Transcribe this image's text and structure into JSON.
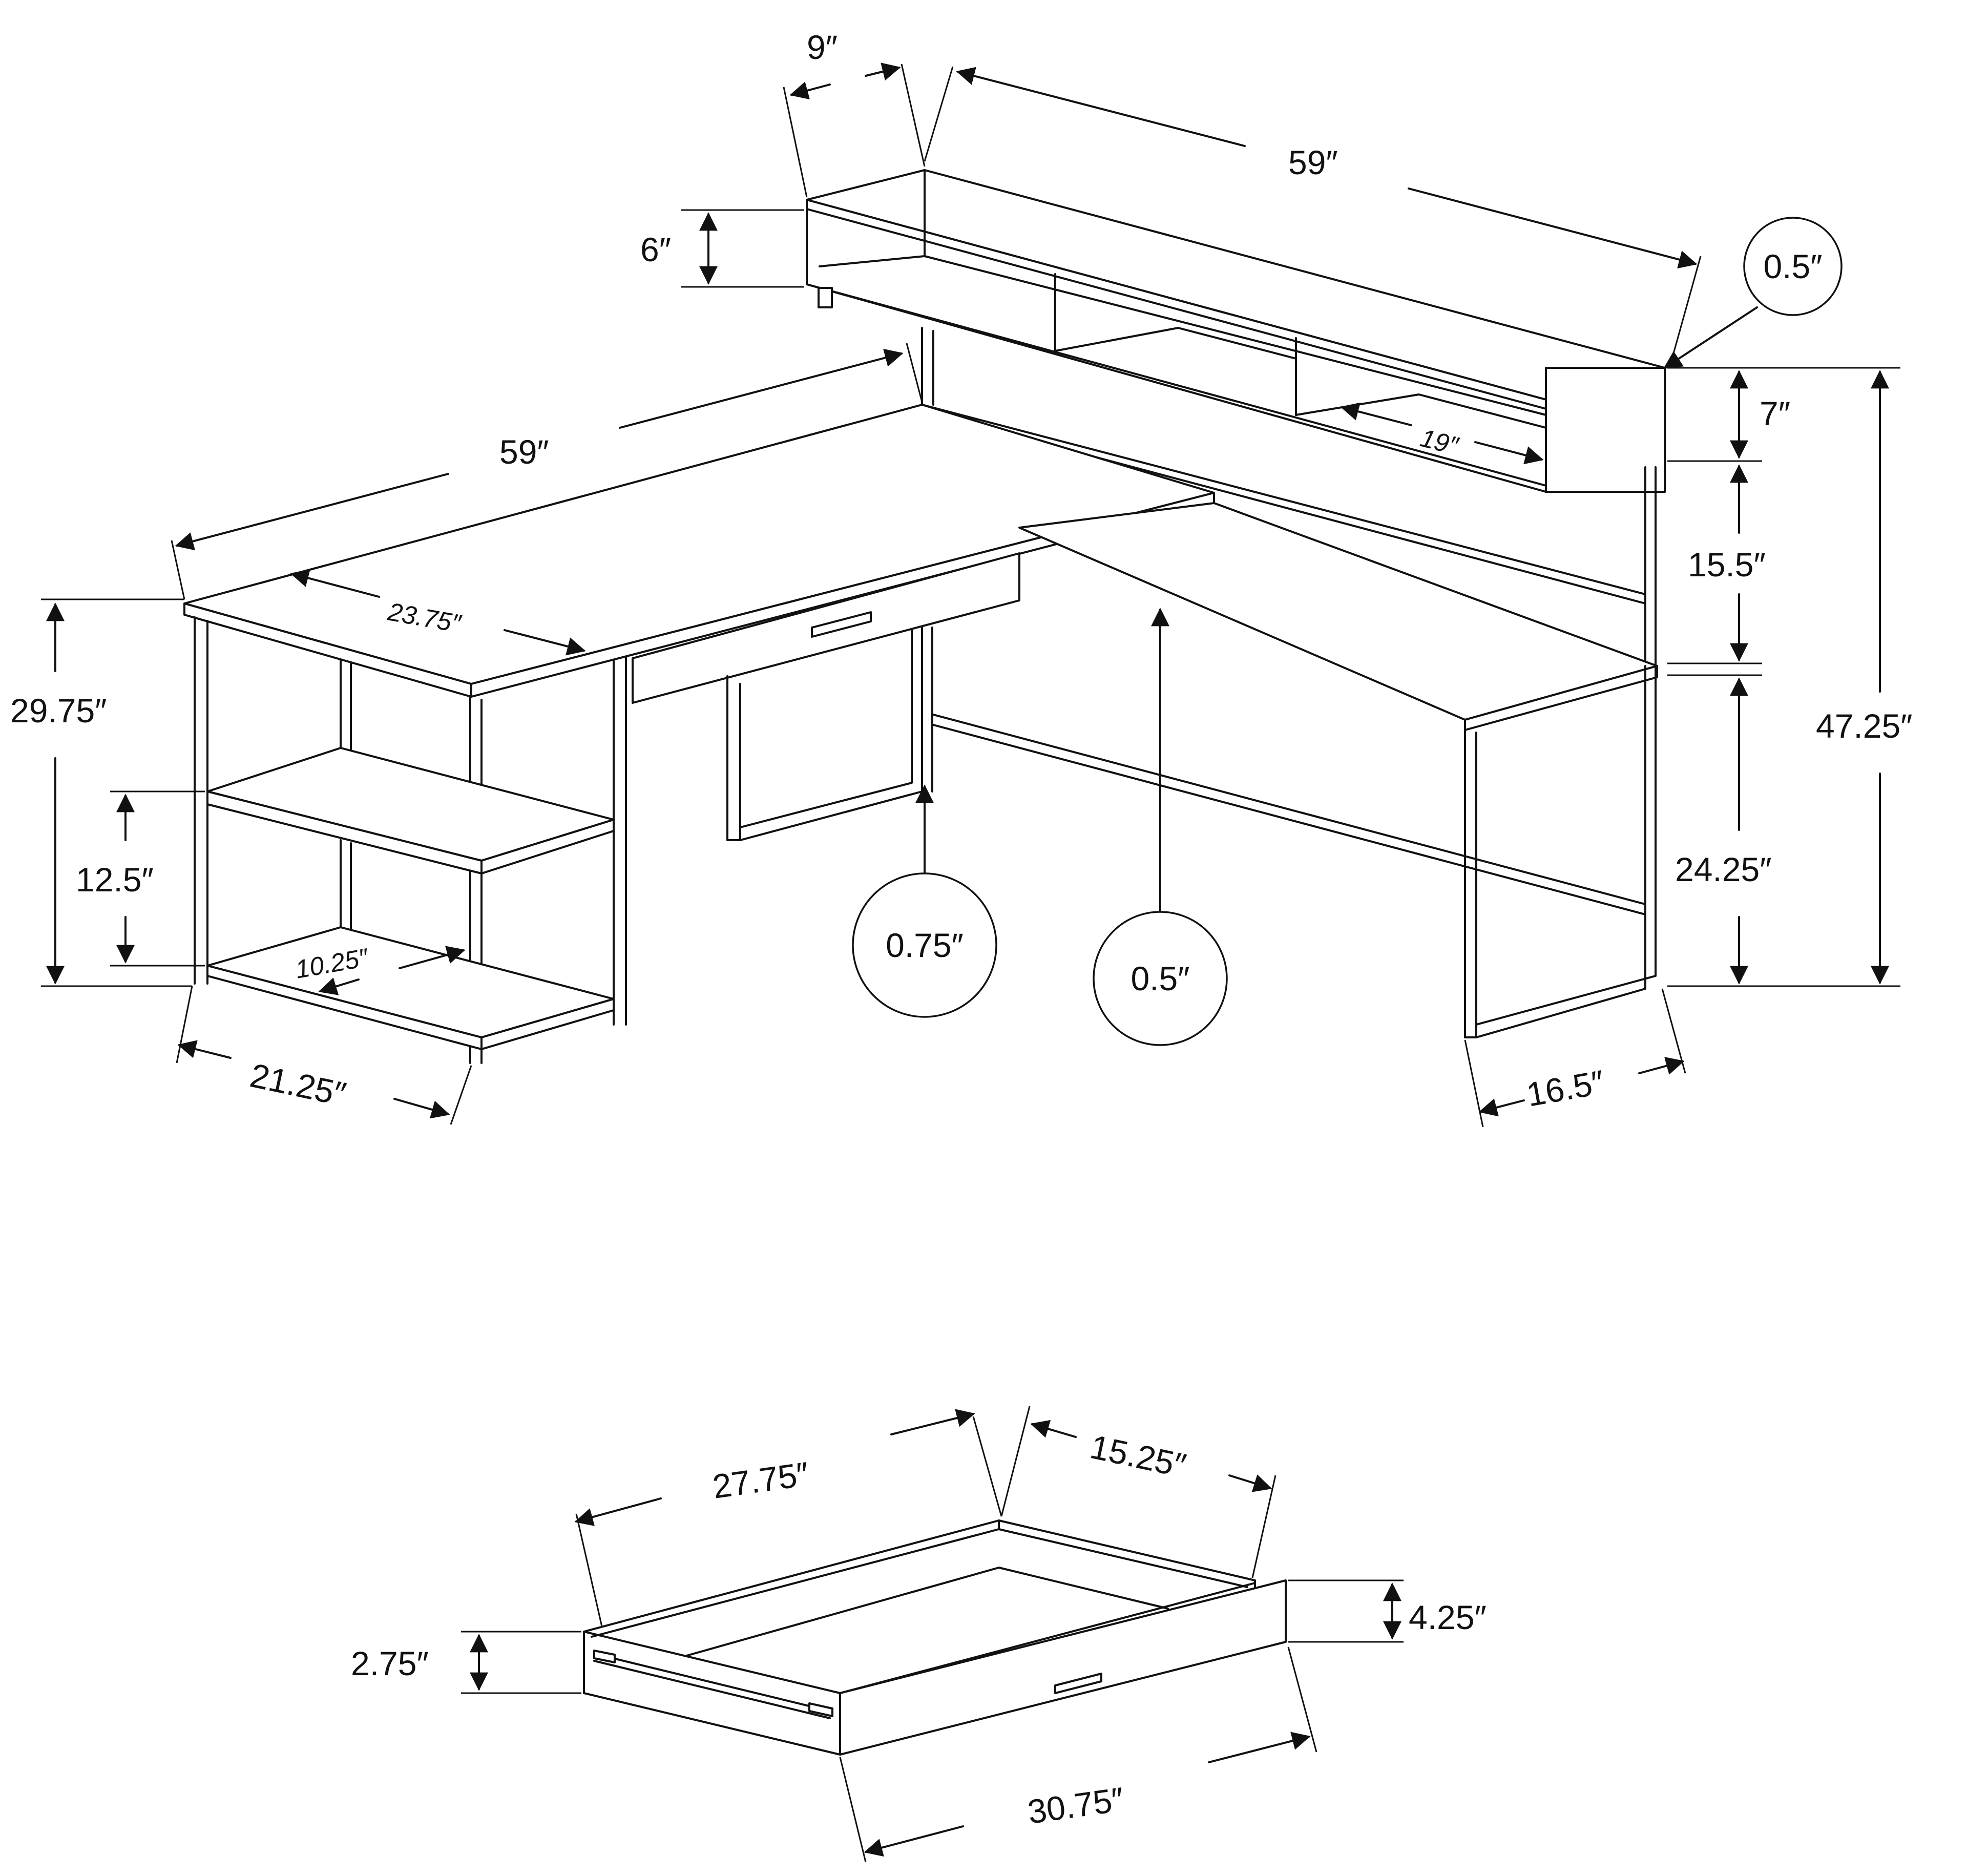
{
  "colors": {
    "line": "#111111",
    "background": "#ffffff"
  },
  "desk": {
    "hutch_depth": "9″",
    "hutch_width": "59″",
    "hutch_height": "6″",
    "panel_thickness_callout": "0.5″",
    "desktop_width": "59″",
    "cubby_width": "19″",
    "hutch_drop": "7″",
    "hutch_clearance": "15.5″",
    "total_height": "47.25″",
    "desk_height": "29.75″",
    "shelf_depth": "23.75″",
    "shelf_spacing": "12.5″",
    "inner_shelf_depth": "10.25″",
    "desktop_thickness_callout": "0.75″",
    "return_thickness_callout": "0.5″",
    "return_height": "24.25″",
    "left_depth": "21.25″",
    "return_depth": "16.5″"
  },
  "drawer": {
    "depth": "27.75″",
    "inner_width": "15.25″",
    "front_height": "4.25″",
    "side_height": "2.75″",
    "front_width": "30.75″"
  }
}
